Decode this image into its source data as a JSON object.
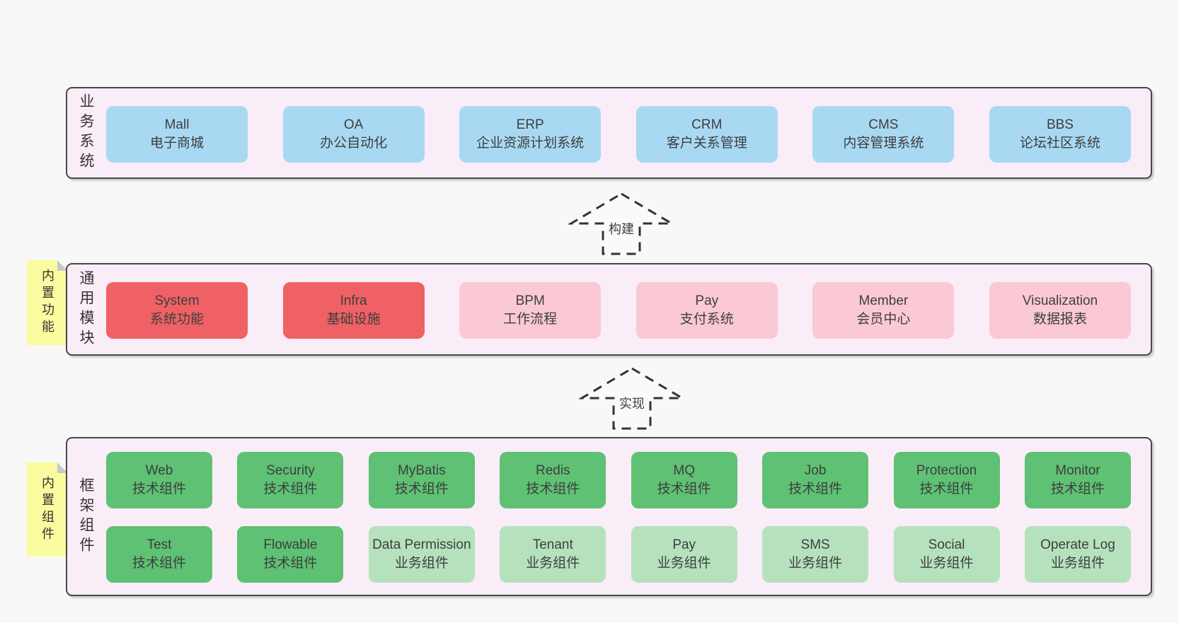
{
  "diagram": {
    "background": "#f8f8f8",
    "colors": {
      "band_fill": "#f9edf7",
      "band_border": "#474747",
      "blue_box": "#a9d9f2",
      "red_box": "#ef6164",
      "pink_box": "#fac9d3",
      "green_box": "#5ec173",
      "light_green_box": "#b5e2bd",
      "sticky_note": "#fbfb9f"
    }
  },
  "bands": [
    {
      "label": "业务系统",
      "boxes": [
        {
          "name": "Mall",
          "desc": "电子商城"
        },
        {
          "name": "OA",
          "desc": "办公自动化"
        },
        {
          "name": "ERP",
          "desc": "企业资源计划系统"
        },
        {
          "name": "CRM",
          "desc": "客户关系管理"
        },
        {
          "name": "CMS",
          "desc": "内容管理系统"
        },
        {
          "name": "BBS",
          "desc": "论坛社区系统"
        }
      ]
    },
    {
      "label": "通用模块",
      "sticky": "内置功能",
      "boxes": [
        {
          "name": "System",
          "desc": "系统功能"
        },
        {
          "name": "Infra",
          "desc": "基础设施"
        },
        {
          "name": "BPM",
          "desc": "工作流程"
        },
        {
          "name": "Pay",
          "desc": "支付系统"
        },
        {
          "name": "Member",
          "desc": "会员中心"
        },
        {
          "name": "Visualization",
          "desc": "数据报表"
        }
      ]
    },
    {
      "label": "框架组件",
      "sticky": "内置组件",
      "rows": [
        [
          {
            "name": "Web",
            "desc": "技术组件"
          },
          {
            "name": "Security",
            "desc": "技术组件"
          },
          {
            "name": "MyBatis",
            "desc": "技术组件"
          },
          {
            "name": "Redis",
            "desc": "技术组件"
          },
          {
            "name": "MQ",
            "desc": "技术组件"
          },
          {
            "name": "Job",
            "desc": "技术组件"
          },
          {
            "name": "Protection",
            "desc": "技术组件"
          },
          {
            "name": "Monitor",
            "desc": "技术组件"
          }
        ],
        [
          {
            "name": "Test",
            "desc": "技术组件"
          },
          {
            "name": "Flowable",
            "desc": "技术组件"
          },
          {
            "name": "Data Permission",
            "desc": "业务组件"
          },
          {
            "name": "Tenant",
            "desc": "业务组件"
          },
          {
            "name": "Pay",
            "desc": "业务组件"
          },
          {
            "name": "SMS",
            "desc": "业务组件"
          },
          {
            "name": "Social",
            "desc": "业务组件"
          },
          {
            "name": "Operate Log",
            "desc": "业务组件"
          }
        ]
      ]
    }
  ],
  "arrows": [
    {
      "label": "构建"
    },
    {
      "label": "实现"
    }
  ]
}
